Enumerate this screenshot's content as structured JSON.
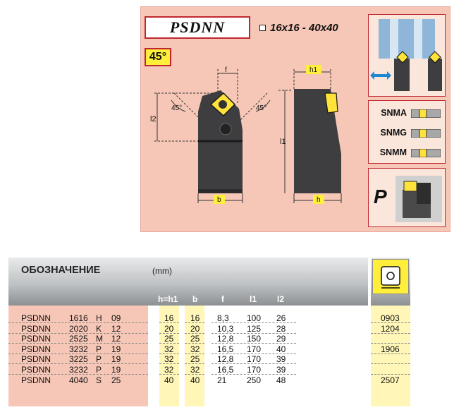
{
  "title": "PSDNN",
  "size_range": "16x16 - 40x40",
  "approach_angle": "45°",
  "drawing_labels": {
    "f": "f",
    "h1": "h1",
    "l2": "l2",
    "l1": "l1",
    "b": "b",
    "h": "h",
    "angle_left": "45°",
    "angle_right": "45°"
  },
  "inserts": [
    {
      "name": "SNMA"
    },
    {
      "name": "SNMG"
    },
    {
      "name": "SNMM"
    }
  ],
  "material_code": "P",
  "table": {
    "title": "ОБОЗНАЧЕНИЕ",
    "unit": "(mm)",
    "columns": [
      "h=h1",
      "b",
      "f",
      "l1",
      "l2"
    ],
    "rows": [
      {
        "name": "PSDNN",
        "size": "1616",
        "letter": "H",
        "len": "09",
        "h": "16",
        "b": "16",
        "f": "8,3",
        "l1": "100",
        "l2": "26",
        "insert": "0903"
      },
      {
        "name": "PSDNN",
        "size": "2020",
        "letter": "K",
        "len": "12",
        "h": "20",
        "b": "20",
        "f": "10,3",
        "l1": "125",
        "l2": "28",
        "insert": "1204"
      },
      {
        "name": "PSDNN",
        "size": "2525",
        "letter": "M",
        "len": "12",
        "h": "25",
        "b": "25",
        "f": "12,8",
        "l1": "150",
        "l2": "29",
        "insert": ""
      },
      {
        "name": "PSDNN",
        "size": "3232",
        "letter": "P",
        "len": "19",
        "h": "32",
        "b": "32",
        "f": "16,5",
        "l1": "170",
        "l2": "40",
        "insert": "1906"
      },
      {
        "name": "PSDNN",
        "size": "3225",
        "letter": "P",
        "len": "19",
        "h": "32",
        "b": "25",
        "f": "12,8",
        "l1": "170",
        "l2": "39",
        "insert": ""
      },
      {
        "name": "PSDNN",
        "size": "3232",
        "letter": "P",
        "len": "19",
        "h": "32",
        "b": "32",
        "f": "16,5",
        "l1": "170",
        "l2": "39",
        "insert": ""
      },
      {
        "name": "PSDNN",
        "size": "4040",
        "letter": "S",
        "len": "25",
        "h": "40",
        "b": "40",
        "f": "21",
        "l1": "250",
        "l2": "48",
        "insert": "2507"
      }
    ]
  },
  "colors": {
    "panel_pink": "#f6c7b6",
    "accent_red": "#c0262e",
    "highlight_yellow": "#ffef3a",
    "column_yellow": "#fff6b8"
  }
}
